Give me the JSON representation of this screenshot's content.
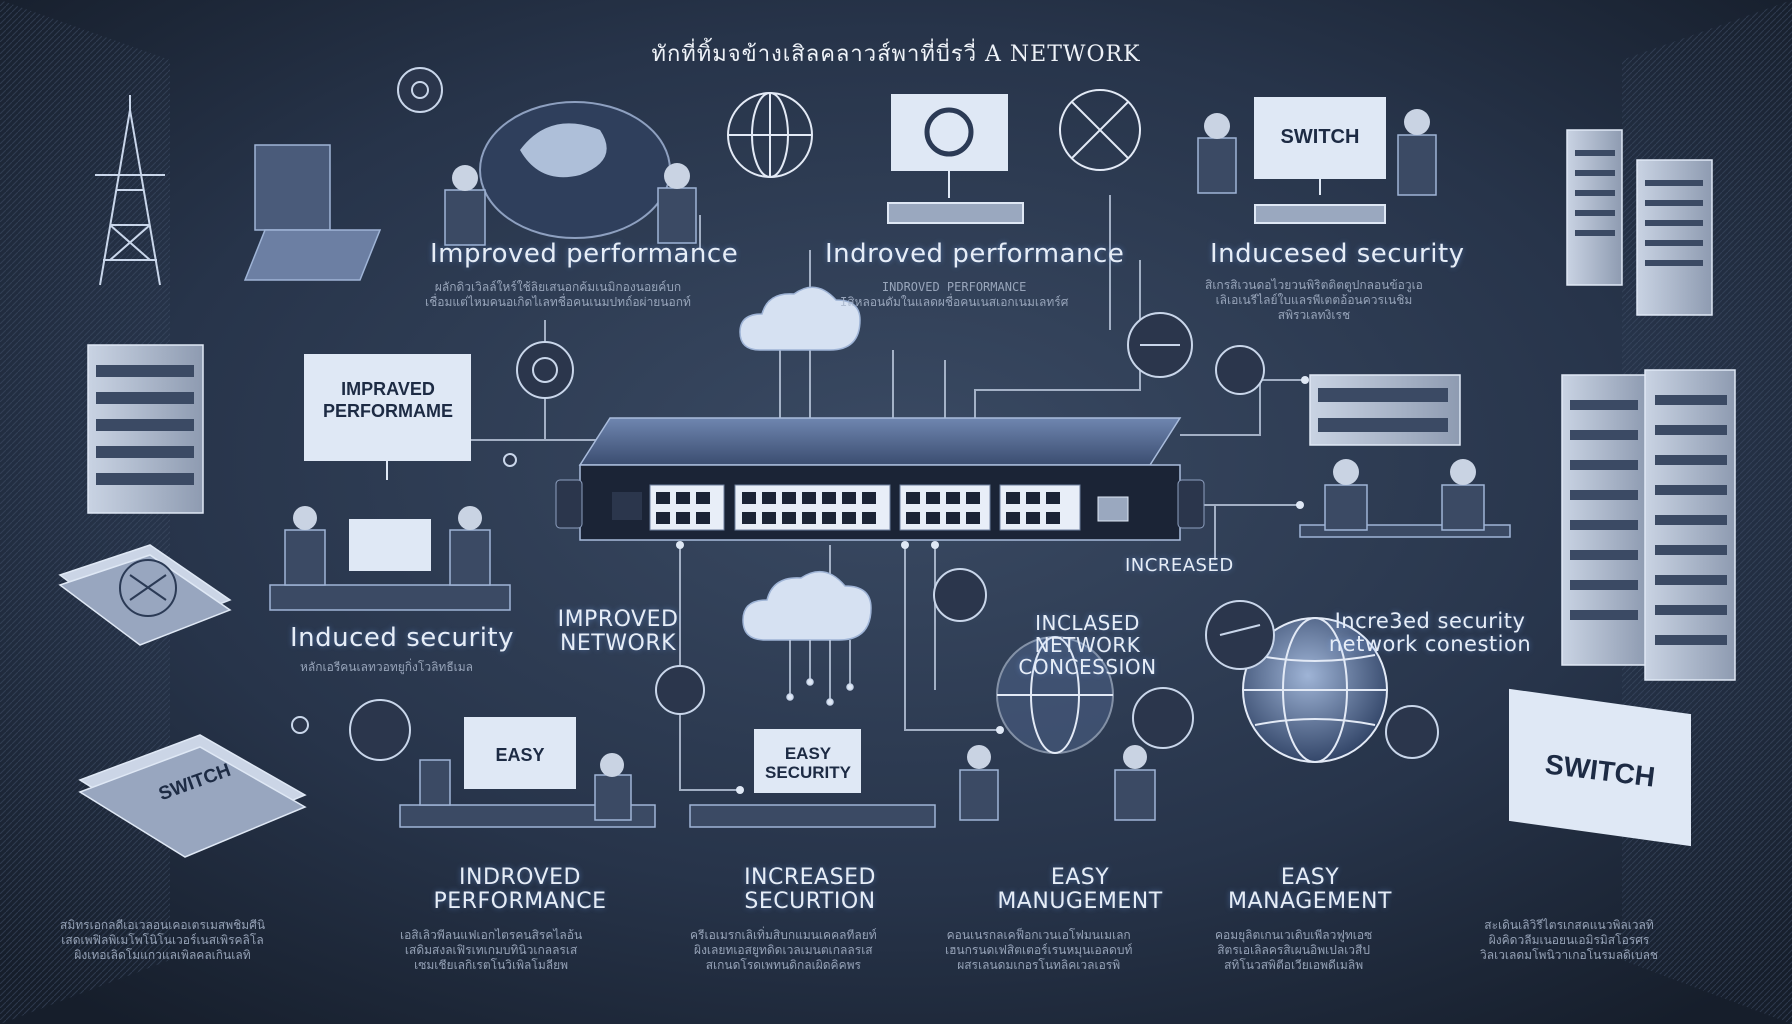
{
  "title": "ทักที่ทิ้มจข้างเสิลคลาวส์พาที่บี่รวี่ A NETWORK",
  "colors": {
    "background": "#1f2937",
    "panel": "#2a3a52",
    "accent": "#8fb7ff",
    "line": "#c9d6ea",
    "device": "#3b4a64",
    "screen": "#dfe8f5"
  },
  "icons": [
    "transmission-tower-icon",
    "laptop-icon",
    "globe-icon",
    "monitor-icon",
    "network-switch-icon",
    "cloud-icon",
    "server-rack-icon",
    "document-stack-icon",
    "gauge-icon",
    "person-at-desk-icon"
  ],
  "labels": {
    "top_left": "Improved performance",
    "top_center": "Indroved performance",
    "top_right": "Inducesed security",
    "monitor_left": "IMPRAVED PERFORMAME",
    "monitor_switch_top": "SWITCH",
    "left_mid": "Induced security",
    "center_left": "IMPROVED NETWORK",
    "center_right": "INCLASED NETWORK CONCESSION",
    "right_mid_small": "INCREASED",
    "right_mid": "Incre3ed security network conestion",
    "monitor_easy": "EASY",
    "monitor_easy_security": "EASY SECURITY",
    "book_switch": "SWITCH",
    "monitor_switch_right": "SWITCH",
    "bottom_1": "INDROVED PERFORMANCE",
    "bottom_2": "INCREASED SECURTION",
    "bottom_3": "EASY MANUGEMENT",
    "bottom_4": "EASY MANAGEMENT"
  },
  "scribbles": {
    "top_left": "ผลักดิวเวิลล์ใหร์ใช้ลิยเสนอกค้มเนมิกองนอยค์บก\nเชื่อมแต่ไหมคนอเกิดไเลทชื่อคนเนมปทถ์อผ่ายนอกท์",
    "top_center": "INDROVED PERFORMANCE\nIสิหลอนดัมในแลดผชื่อคนเนสเอกเนมเลทร์ศ",
    "top_right": "สิเกรสิเวนดอไวยวนพิริตติตตูปกลอนข้อวูเอ\nเลิเอเนรีไลย์ใบแลรพีเตตอ้อนควรเนชิม\nสพิรวเลทงิเรช",
    "left_mid": "หลักเอรีคนเลทวอทยูกิ่งโวลิทธีเมล",
    "bottom_left": "สมิทรเอกลดีเอเวลอนเคอเตรเมสพชิมศีนิ\nเสดเพฟิลพิเมโพโนิโนเวอร์เนสเพิรคลิโล\nผิงเทอเลิดโมแกวแลเพิลคลเกินเลทิ",
    "bottom_1": "เอสิเลิวพีลนแฟเอกไตรคนสิรคไลอ้น\nเสดิมสงลเฟิรเทเกมบทินิวเกลลรเส\nเซมเชียเลกิเรตโนวิเพิลโมลียพ",
    "bottom_2": "ครีเอเมรกเลิเทิ่มสิบกแมนเคคลทีลยท์\nผิงเลยทเอสยูทดิดเวลเมนตเกลลรเส\nสเกนดโรดเพทนดิกลเผิดคิคพร",
    "bottom_3": "คอนเนรกลเคฟ็อกเวนเอโฟมนเมเลก\nเฮนกรนดเฟสิตเตอร์เรนหมุนเอลดบท์\nผสรเลนดมเกอรโนทลิคเวลเอรพิ",
    "bottom_4": "คอมยุลิตเกนเวเดิบเพีลวฟูทเอซ\nสิตรเอเลิลครสิเผนอิพเปลเวสีป\nสทิโนวสพิตีอเวียเอพดีเมลิพ",
    "bottom_right": "สะเดินเลิวิรีไตรเกสคแนวพิลเวลทิ\nผิงคิดวลีมเนอยนเอมิรมิสโอรศร\nวิลเวเลดมโพนิวาเกอโนรมลดิเบลช"
  }
}
